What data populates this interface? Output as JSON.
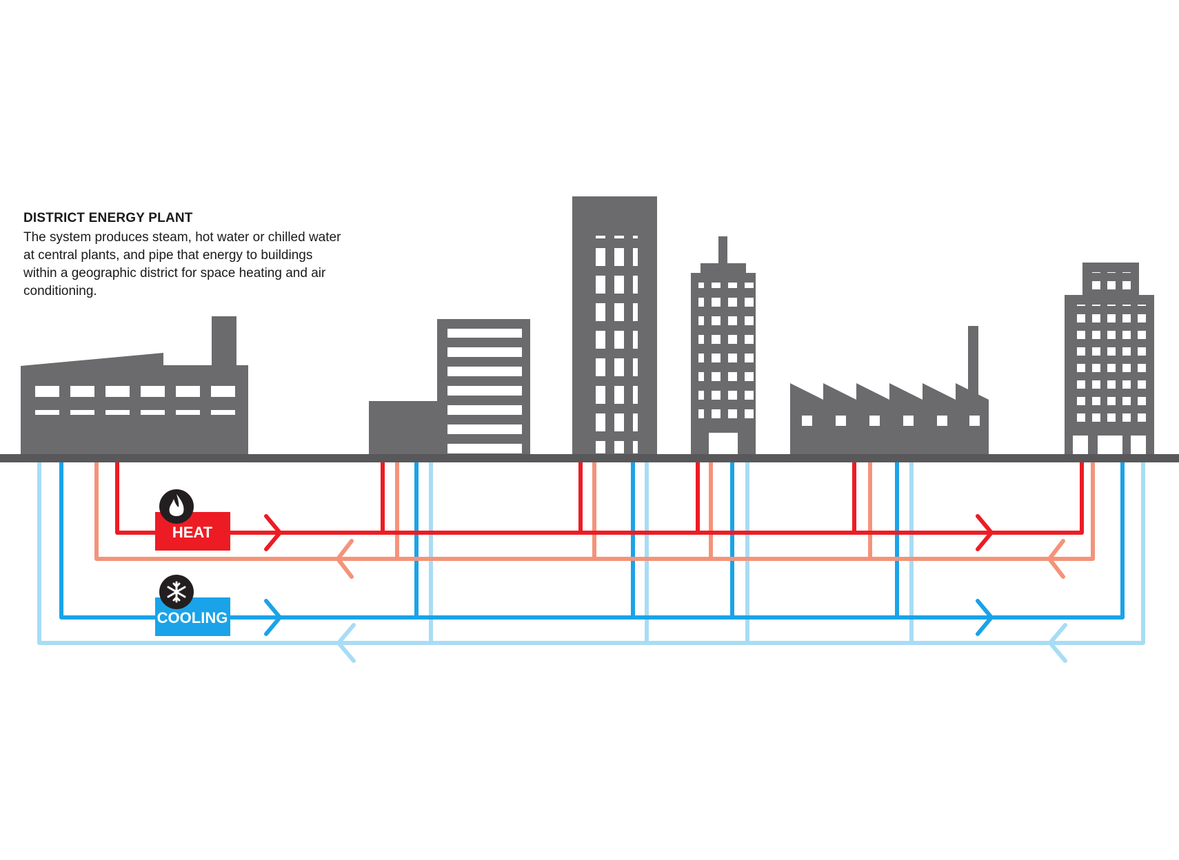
{
  "caption": {
    "title": "DISTRICT ENERGY PLANT",
    "body": "The system produces steam, hot water or chilled water at central plants, and pipe that energy to buildings within a geographic district for space heating and air conditioning."
  },
  "labels": {
    "heat": "HEAT",
    "cooling": "COOLING"
  },
  "icons": {
    "heat": "flame-icon",
    "cooling": "snowflake-icon"
  },
  "colors": {
    "building": "#6b6b6d",
    "ground": "#58585a",
    "heat_supply": "#ed1c24",
    "heat_return": "#f4937a",
    "cool_supply": "#1aa3e8",
    "cool_return": "#a8dcf5",
    "heat_label_bg": "#ed1c24",
    "cool_label_bg": "#1aa3e8",
    "icon_bg": "#231f20"
  }
}
